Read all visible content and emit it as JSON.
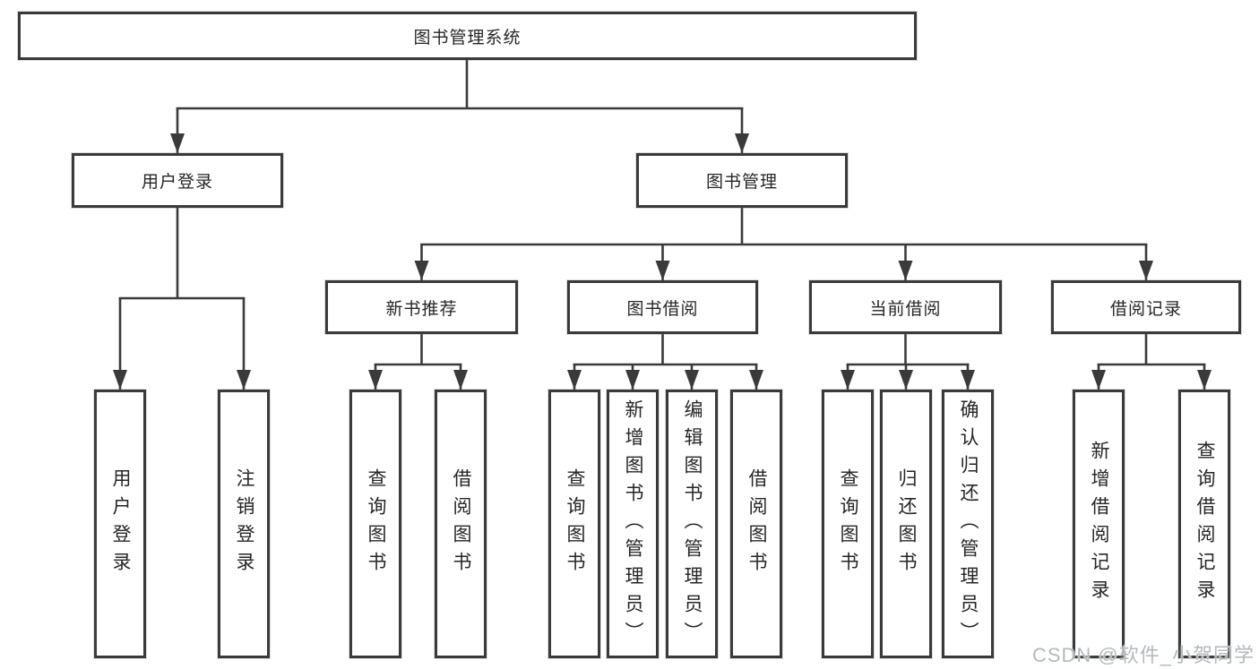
{
  "diagram": {
    "root": {
      "label": "图书管理系统",
      "children": [
        {
          "label": "用户登录",
          "children": [
            {
              "label": "用户登录"
            },
            {
              "label": "注销登录"
            }
          ]
        },
        {
          "label": "图书管理",
          "children": [
            {
              "label": "新书推荐",
              "children": [
                {
                  "label": "查询图书"
                },
                {
                  "label": "借阅图书"
                }
              ]
            },
            {
              "label": "图书借阅",
              "children": [
                {
                  "label": "查询图书"
                },
                {
                  "label": "新增图书（管理员）"
                },
                {
                  "label": "编辑图书（管理员）"
                },
                {
                  "label": "借阅图书"
                }
              ]
            },
            {
              "label": "当前借阅",
              "children": [
                {
                  "label": "查询图书"
                },
                {
                  "label": "归还图书"
                },
                {
                  "label": "确认归还（管理员）"
                }
              ]
            },
            {
              "label": "借阅记录",
              "children": [
                {
                  "label": "新增借阅记录"
                },
                {
                  "label": "查询借阅记录"
                }
              ]
            }
          ]
        }
      ]
    }
  },
  "watermark": {
    "text": "CSDN @软件_小贺同学"
  },
  "colors": {
    "box_border": "#3a3a3a",
    "connector_line": "#3a3a3a",
    "text": "#262626",
    "watermark": "#b3b9bd",
    "background": "#ffffff"
  }
}
